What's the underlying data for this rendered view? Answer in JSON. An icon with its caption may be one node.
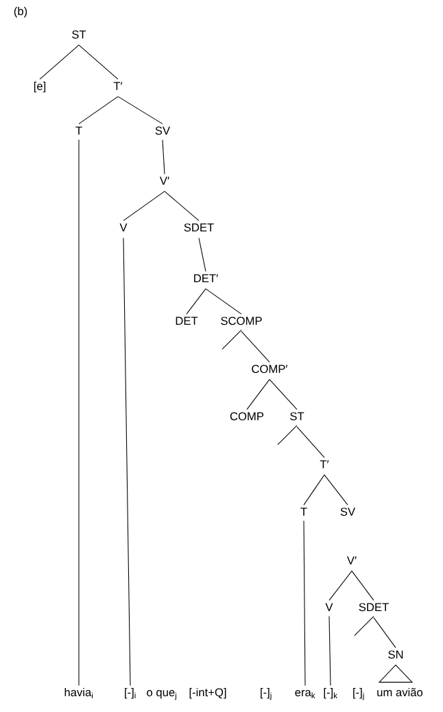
{
  "diagram": {
    "nodes": [
      {
        "text": [
          "ST"
        ]
      },
      {
        "text": [
          "[e]"
        ]
      },
      {
        "text": [
          "T′"
        ]
      },
      {
        "text": [
          "T"
        ]
      },
      {
        "text": [
          "SV"
        ]
      },
      {
        "text": [
          "V′"
        ]
      },
      {
        "text": [
          "V"
        ]
      },
      {
        "text": [
          "SDET"
        ]
      },
      {
        "text": [
          "DET′"
        ]
      },
      {
        "text": [
          "DET"
        ]
      },
      {
        "text": [
          "SCOMP"
        ]
      },
      {
        "text": [
          "COMP′"
        ]
      },
      {
        "text": [
          "COMP"
        ]
      },
      {
        "text": [
          "ST"
        ]
      },
      {
        "text": [
          "T′"
        ]
      },
      {
        "text": [
          "T"
        ]
      },
      {
        "text": [
          "SV"
        ]
      },
      {
        "text": [
          "V′"
        ]
      },
      {
        "text": [
          "V"
        ]
      },
      {
        "text": [
          "SDET"
        ]
      },
      {
        "text": [
          "SN"
        ]
      },
      {
        "text": [
          "havia$_{i}$"
        ]
      },
      {
        "text": [
          "[-]$_{i}$"
        ]
      },
      {
        "text": [
          "era$_{k}$"
        ]
      },
      {
        "text": [
          "[-]$_{k}$"
        ]
      }
    ],
    "edges": [
      {
        "from": 0,
        "to": 1,
        "arrow": "none"
      },
      {
        "from": 0,
        "to": 2,
        "arrow": "none"
      },
      {
        "from": 2,
        "to": 3,
        "arrow": "none"
      },
      {
        "from": 2,
        "to": 4,
        "arrow": "none"
      },
      {
        "from": 3,
        "to": 21,
        "arrow": "none"
      },
      {
        "from": 4,
        "to": 5,
        "arrow": "none"
      },
      {
        "from": 5,
        "to": 6,
        "arrow": "none"
      },
      {
        "from": 5,
        "to": 7,
        "arrow": "none"
      },
      {
        "from": 6,
        "to": 22,
        "arrow": "none"
      },
      {
        "from": 7,
        "to": 8,
        "arrow": "none"
      },
      {
        "from": 8,
        "to": 9,
        "arrow": "none"
      },
      {
        "from": 8,
        "to": 10,
        "arrow": "none"
      },
      {
        "from": 10,
        "to": null,
        "arrow": "none"
      },
      {
        "from": 10,
        "to": 11,
        "arrow": "none"
      },
      {
        "from": 11,
        "to": 12,
        "arrow": "none"
      },
      {
        "from": 11,
        "to": 13,
        "arrow": "none"
      },
      {
        "from": 13,
        "to": null,
        "arrow": "none"
      },
      {
        "from": 13,
        "to": 14,
        "arrow": "none"
      },
      {
        "from": 14,
        "to": 15,
        "arrow": "none"
      },
      {
        "from": 14,
        "to": 16,
        "arrow": "none"
      },
      {
        "from": 15,
        "to": 23,
        "arrow": "none"
      },
      {
        "from": 17,
        "to": 18,
        "arrow": "none"
      },
      {
        "from": 17,
        "to": 19,
        "arrow": "none"
      },
      {
        "from": 18,
        "to": 24,
        "arrow": "none"
      },
      {
        "from": 19,
        "to": null,
        "arrow": "none"
      },
      {
        "from": 19,
        "to": 20,
        "arrow": "none"
      }
    ],
    "labels": [
      "(b)",
      "o que$_{j}$",
      "[-int+Q]",
      "[-]$_{j}$",
      "[-]$_{j}$",
      "um avião"
    ]
  }
}
